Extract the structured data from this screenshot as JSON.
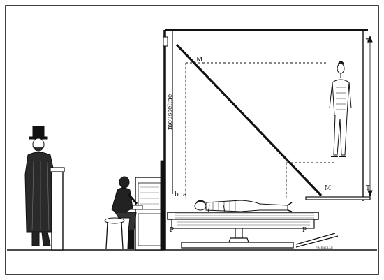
{
  "labels": {
    "mousseline": "mousseline",
    "m_top": "M",
    "m_bottom": "M'",
    "t_top": "T",
    "t_bottom": "T",
    "a": "a",
    "b": "b",
    "p_left": "P",
    "p_right": "P"
  },
  "engraver_signature": "F.MEAULLE"
}
